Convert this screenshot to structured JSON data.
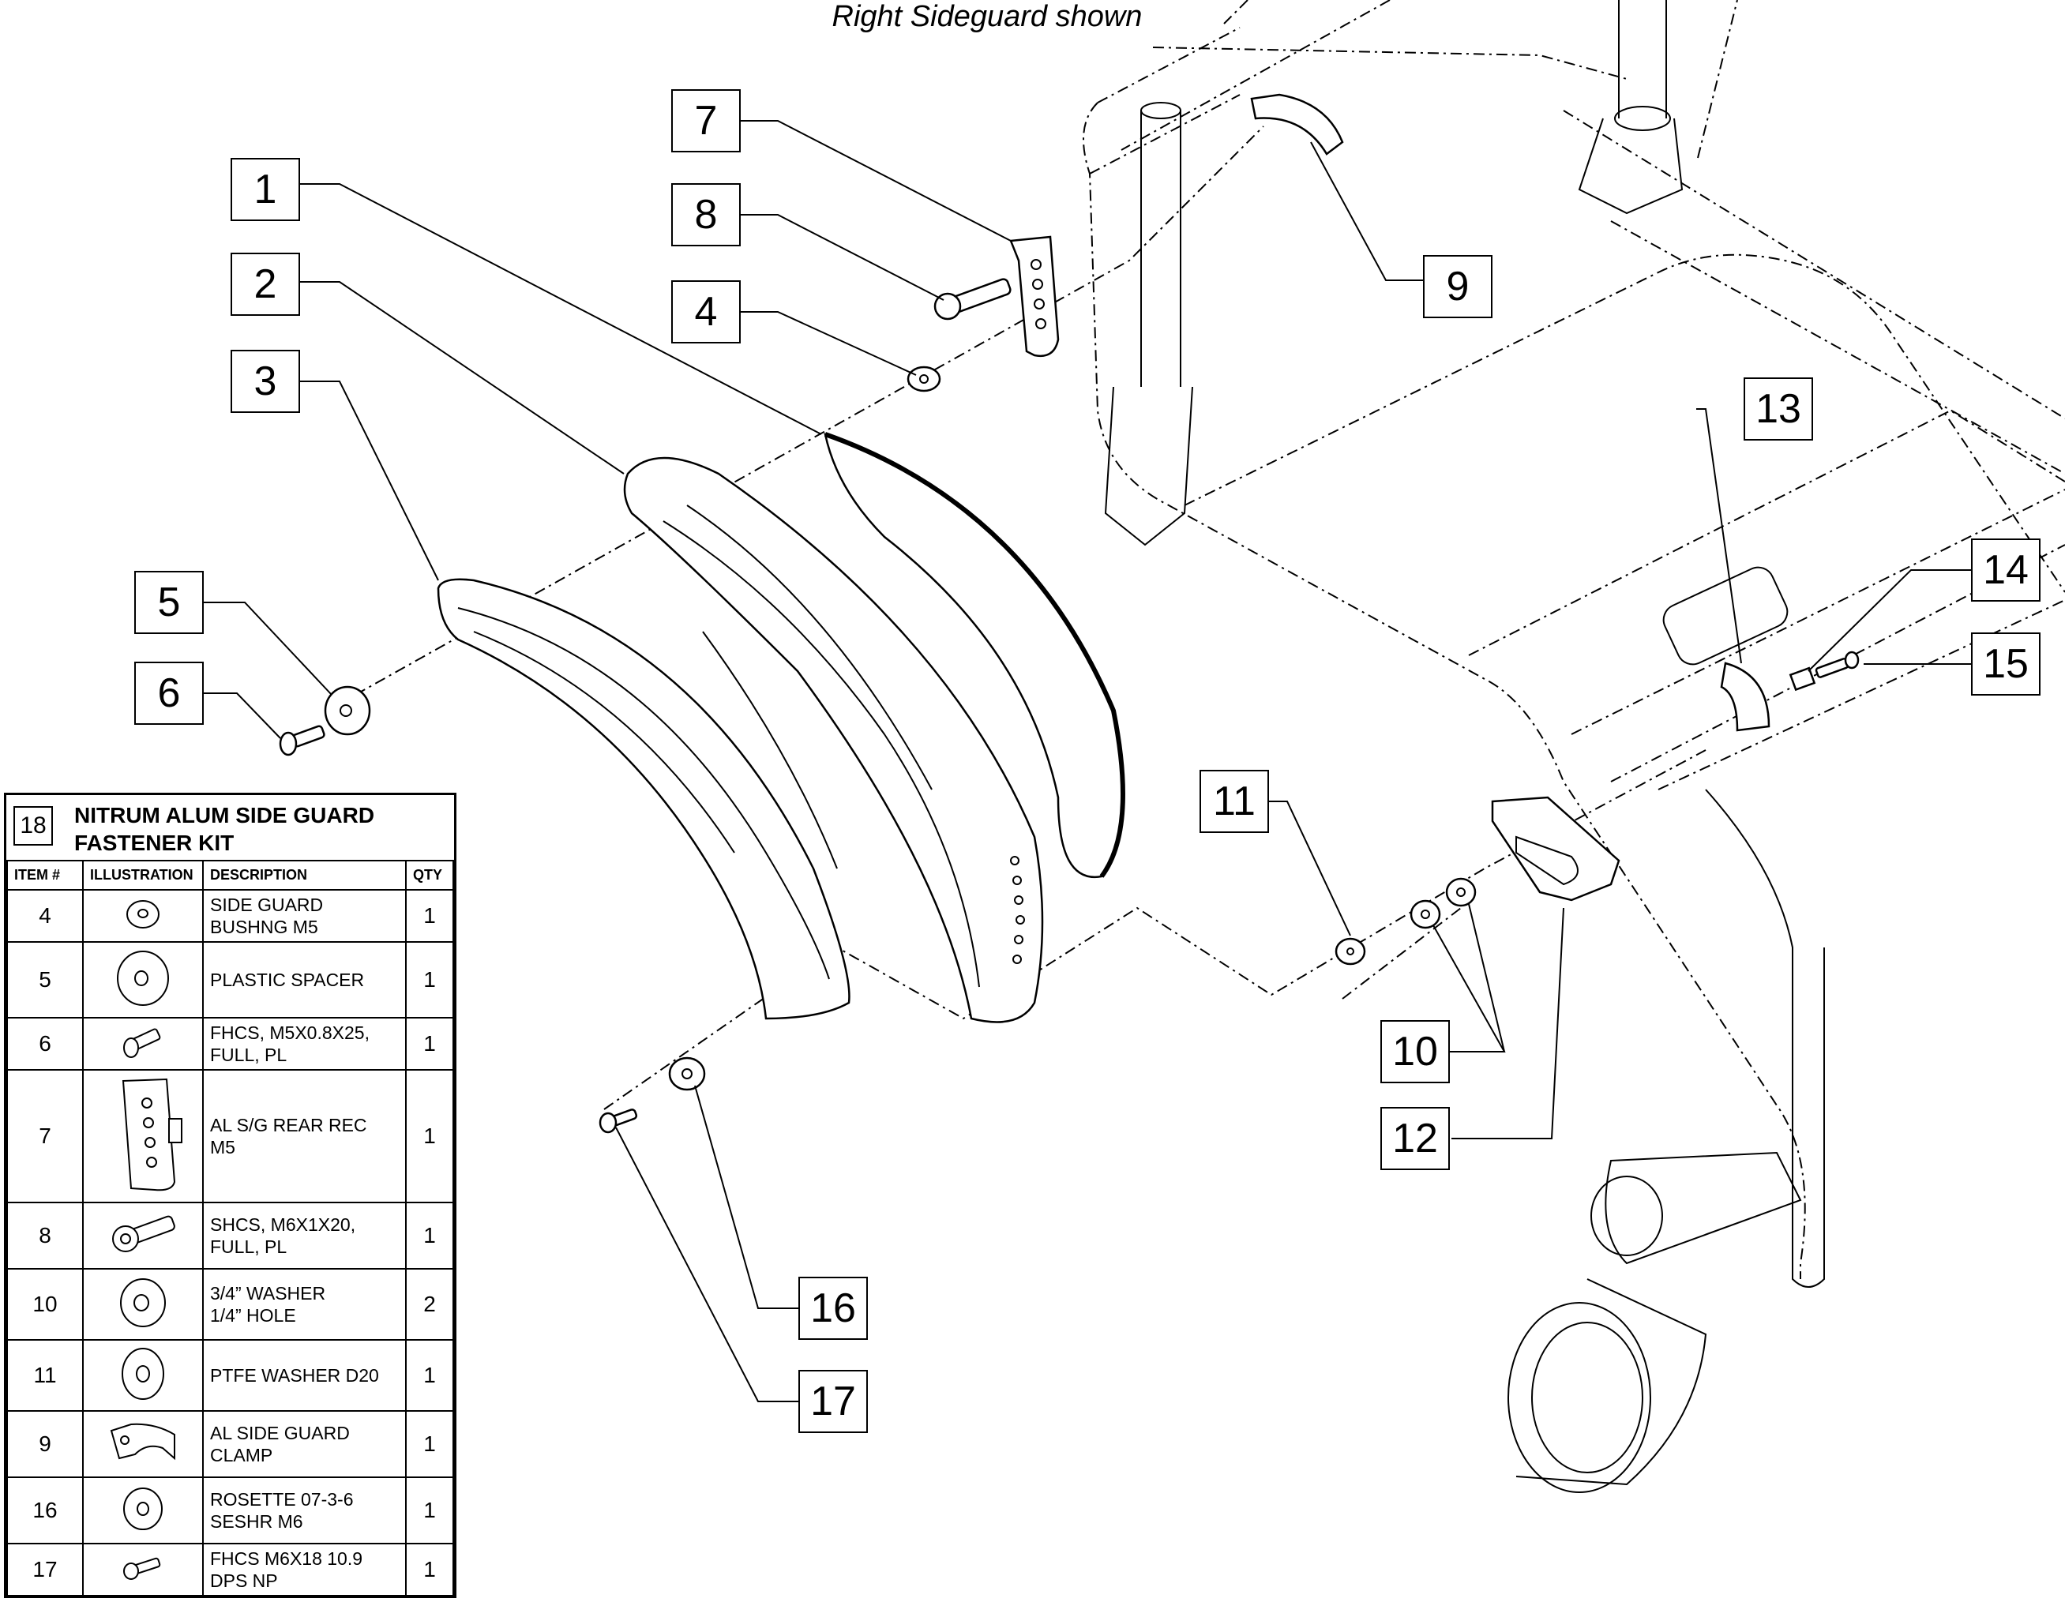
{
  "caption": "Right Sideguard shown",
  "callouts": [
    "1",
    "2",
    "3",
    "4",
    "5",
    "6",
    "7",
    "8",
    "9",
    "10",
    "11",
    "12",
    "13",
    "14",
    "15",
    "16",
    "17"
  ],
  "kit": {
    "number": "18",
    "title_line1": "NITRUM ALUM SIDE GUARD",
    "title_line2": "FASTENER KIT",
    "headers": [
      "ITEM #",
      "ILLUSTRATION",
      "DESCRIPTION",
      "QTY"
    ],
    "rows": [
      {
        "item": "4",
        "desc1": "SIDE GUARD",
        "desc2": "BUSHNG M5",
        "qty": "1",
        "icon": "bushing-icon"
      },
      {
        "item": "5",
        "desc1": "PLASTIC SPACER",
        "desc2": "",
        "qty": "1",
        "icon": "spacer-icon"
      },
      {
        "item": "6",
        "desc1": "FHCS, M5X0.8X25,",
        "desc2": "FULL, PL",
        "qty": "1",
        "icon": "screw-icon"
      },
      {
        "item": "7",
        "desc1": "AL S/G REAR REC",
        "desc2": "M5",
        "qty": "1",
        "icon": "receiver-icon"
      },
      {
        "item": "8",
        "desc1": "SHCS, M6X1X20,",
        "desc2": "FULL, PL",
        "qty": "1",
        "icon": "bolt-icon"
      },
      {
        "item": "10",
        "desc1": "3/4” WASHER",
        "desc2": "1/4” HOLE",
        "qty": "2",
        "icon": "washer-icon"
      },
      {
        "item": "11",
        "desc1": "PTFE WASHER D20",
        "desc2": "",
        "qty": "1",
        "icon": "ptfe-washer-icon"
      },
      {
        "item": "9",
        "desc1": "AL SIDE GUARD",
        "desc2": "CLAMP",
        "qty": "1",
        "icon": "clamp-icon"
      },
      {
        "item": "16",
        "desc1": "ROSETTE 07-3-6",
        "desc2": "SESHR M6",
        "qty": "1",
        "icon": "rosette-icon"
      },
      {
        "item": "17",
        "desc1": "FHCS M6X18 10.9",
        "desc2": "DPS NP",
        "qty": "1",
        "icon": "small-screw-icon"
      }
    ]
  }
}
